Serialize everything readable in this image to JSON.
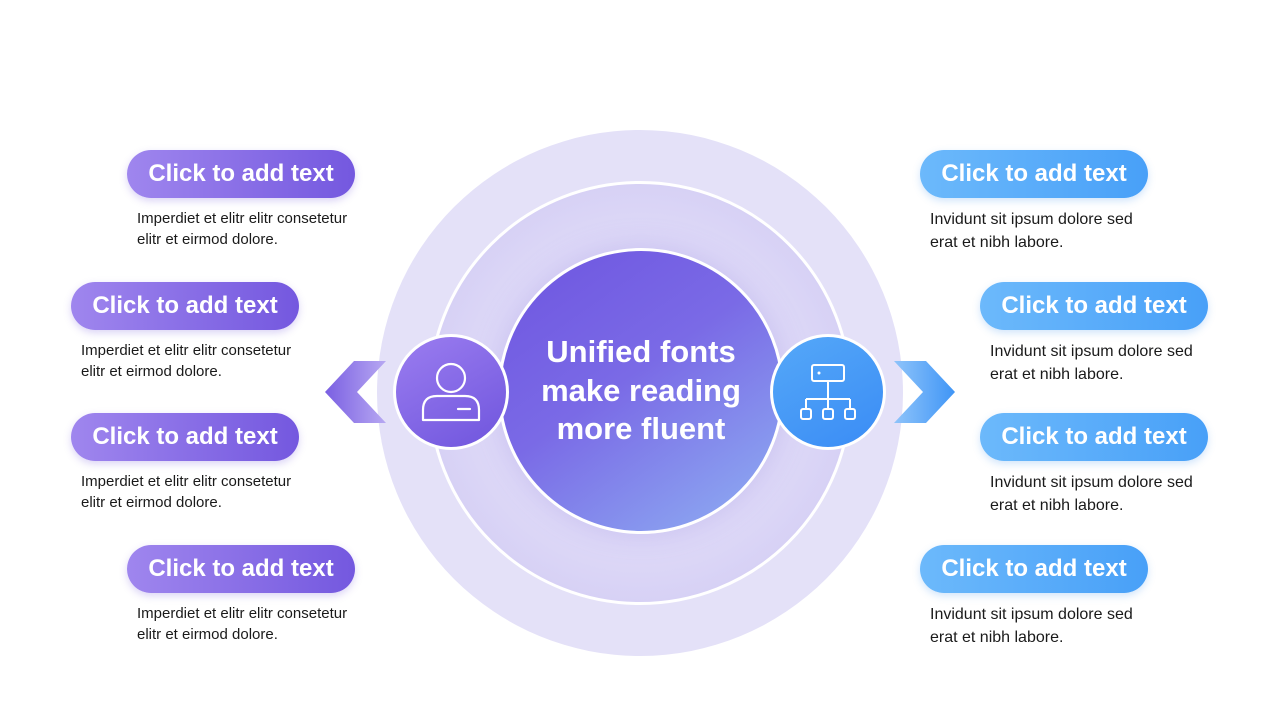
{
  "center": {
    "title": "Unified fonts make reading more fluent"
  },
  "left_items": [
    {
      "label": "Click to add text",
      "desc_line1": "Imperdiet et elitr elitr consetetur",
      "desc_line2": "elitr et eirmod dolore."
    },
    {
      "label": "Click to add text",
      "desc_line1": "Imperdiet et elitr elitr consetetur",
      "desc_line2": "elitr et eirmod dolore."
    },
    {
      "label": "Click to add text",
      "desc_line1": "Imperdiet et elitr elitr consetetur",
      "desc_line2": "elitr et eirmod dolore."
    },
    {
      "label": "Click to add text",
      "desc_line1": "Imperdiet et elitr elitr consetetur",
      "desc_line2": "elitr et eirmod dolore."
    }
  ],
  "right_items": [
    {
      "label": "Click to add text",
      "desc_line1": "Invidunt sit ipsum dolore sed",
      "desc_line2": "erat et nibh labore."
    },
    {
      "label": "Click to add text",
      "desc_line1": "Invidunt sit ipsum dolore sed",
      "desc_line2": "erat et nibh labore."
    },
    {
      "label": "Click to add text",
      "desc_line1": "Invidunt sit ipsum dolore sed",
      "desc_line2": "erat et nibh labore."
    },
    {
      "label": "Click to add text",
      "desc_line1": "Invidunt sit ipsum dolore sed",
      "desc_line2": "erat et nibh labore."
    }
  ],
  "icons": {
    "left": "user-icon",
    "right": "hierarchy-icon",
    "left_arrow": "chevron-left-icon",
    "right_arrow": "chevron-right-icon"
  },
  "colors": {
    "purple_accent": "#7458df",
    "blue_accent": "#48a0f8",
    "outer_ring": "#e4e1f8"
  }
}
